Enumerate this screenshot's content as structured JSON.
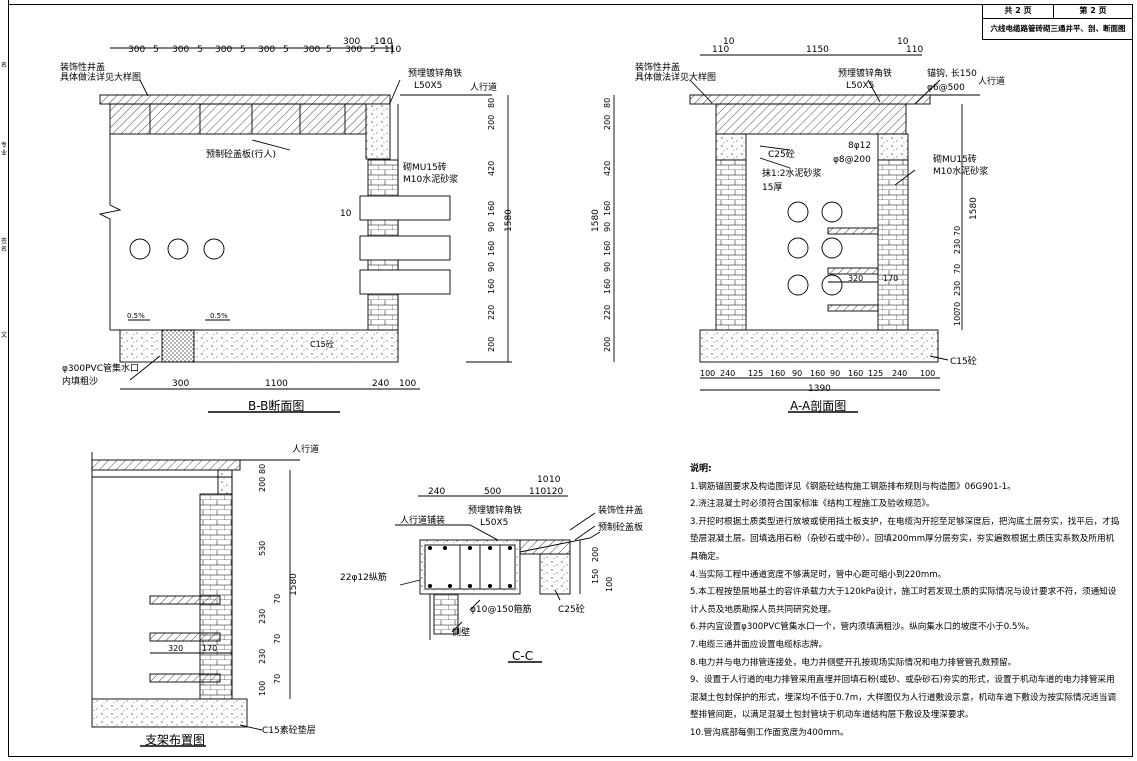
{
  "title_block": {
    "total_pages": "共 2 页",
    "page_no": "第 2 页",
    "drawing_title": "六线电缆路管砖砌三通井平、剖、断面图"
  },
  "sidebar": [
    "名",
    "专",
    "业",
    "签",
    "名",
    "文"
  ],
  "bb": {
    "title": "B-B断面图",
    "top_dims": [
      "300",
      "5",
      "300",
      "5",
      "300",
      "5",
      "300",
      "5",
      "300",
      "5",
      "300",
      "5",
      "300",
      "10",
      "10",
      "110"
    ],
    "total_height": "1580",
    "right_dims": [
      "80",
      "200",
      "420",
      "160",
      "90",
      "160",
      "90",
      "160",
      "220",
      "200"
    ],
    "bottom_dims": [
      "300",
      "1100",
      "240",
      "100"
    ],
    "label_frame": "装饰性井盖",
    "label_frame2": "具体做法详见大样图",
    "label_angle": "预埋镀锌角铁",
    "label_angle2": "L50X5",
    "label_walk": "人行道",
    "label_slab": "预制砼盖板(行人)",
    "label_brick": "砌MU15砖",
    "label_mortar": "M10水泥砂浆",
    "label_ten": "10",
    "slope1": "0.5%",
    "slope2": "0.5%",
    "label_c15": "C15砼",
    "label_pvc": "φ300PVC管集水口",
    "label_sand": "内填粗沙"
  },
  "aa": {
    "title": "A-A剖面图",
    "top_dims": [
      "110",
      "10",
      "1150",
      "10",
      "110"
    ],
    "label_frame": "装饰性井盖",
    "label_frame2": "具体做法详见大样图",
    "label_angle": "预埋镀锌角铁",
    "label_angle2": "L50X5",
    "label_anchor": "锚钩, 长150",
    "label_anchor2": "φ6@500",
    "label_walk": "人行道",
    "label_c25": "C25砼",
    "label_plaster": "抹1:2水泥砂浆",
    "label_plaster2": "15厚",
    "label_rebar1": "8φ12",
    "label_rebar2": "φ8@200",
    "label_brick": "砌MU15砖",
    "label_mortar": "M10水泥砂浆",
    "left_total": "1580",
    "left_dims": [
      "80",
      "200",
      "420",
      "160",
      "90",
      "160",
      "90",
      "160",
      "220",
      "200"
    ],
    "right_total": "1580",
    "right_dims": [
      "230",
      "70",
      "230",
      "70",
      "100",
      "70"
    ],
    "bracket_dims": [
      "320",
      "170"
    ],
    "label_c15": "C15砼",
    "bottom_dims": [
      "100",
      "240",
      "125",
      "160",
      "90",
      "160",
      "90",
      "160",
      "125",
      "240",
      "100"
    ],
    "bottom_total": "1390"
  },
  "support": {
    "title": "支架布置图",
    "label_walk": "人行道",
    "dims": [
      "80",
      "200",
      "530",
      "70",
      "230",
      "70",
      "230",
      "100",
      "70"
    ],
    "total": "1580",
    "bracket_dims": [
      "320",
      "170"
    ],
    "label_c15": "C15素砼垫层"
  },
  "cc": {
    "title": "C-C",
    "top_dims": [
      "240",
      "500",
      "110",
      "120",
      "10",
      "10"
    ],
    "label_frame": "装饰性井盖",
    "label_slab": "预制砼盖板",
    "label_angle": "预埋镀锌角铁",
    "label_angle2": "L50X5",
    "label_walk": "人行道铺装",
    "label_rebar": "22φ12纵筋",
    "label_stirrup": "φ10@150箍筋",
    "label_c25": "C25砼",
    "label_wall": "侧壁",
    "right_dims": [
      "200",
      "150",
      "100"
    ]
  },
  "notes": {
    "heading": "说明:",
    "items": [
      "1.钢筋锚固要求及构造图详见《钢筋砼结构施工钢筋排布规则与构造图》06G901-1。",
      "2.浇注混凝土时必须符合国家标准《结构工程施工及验收规范》。",
      "3.开挖时根据土质类型进行放坡或使用挡土板支护，在电缆沟开挖至足够深度后，把沟底土层夯实，找平后，才捣垫层混凝土层。回填选用石粉（杂砂石或中砂）。回填200mm厚分层夯实，夯实遍数根据土质压实系数及所用机具确定。",
      "4.当实际工程中通道宽度不够满足时，管中心距可缩小到220mm。",
      "5.本工程按垫层地基土的容许承载力大于120kPa设计，施工时若发现土质的实际情况与设计要求不符，须通知设计人员及地质勘探人员共同研究处理。",
      "6.井内宜设置φ300PVC管集水口一个，管内须填满粗沙。纵向集水口的坡度不小于0.5%。",
      "7.电缆三通井面应设置电缆标志牌。",
      "8.电力井与电力排管连接处，电力井侧壁开孔按现场实际情况和电力排管管孔数预留。",
      "9、设置于人行道的电力排管采用直埋并回填石粉(或砂、或杂砂石)夯实的形式，设置于机动车道的电力排管采用混凝土包封保护的形式，埋深均不低于0.7m，大样图仅为人行道敷设示意，机动车道下敷设为按实际情况适当调整排管间距，以满足混凝土包封管块于机动车道结构层下敷设及埋深要求。",
      "10.管沟底部每侧工作面宽度为400mm。"
    ]
  }
}
